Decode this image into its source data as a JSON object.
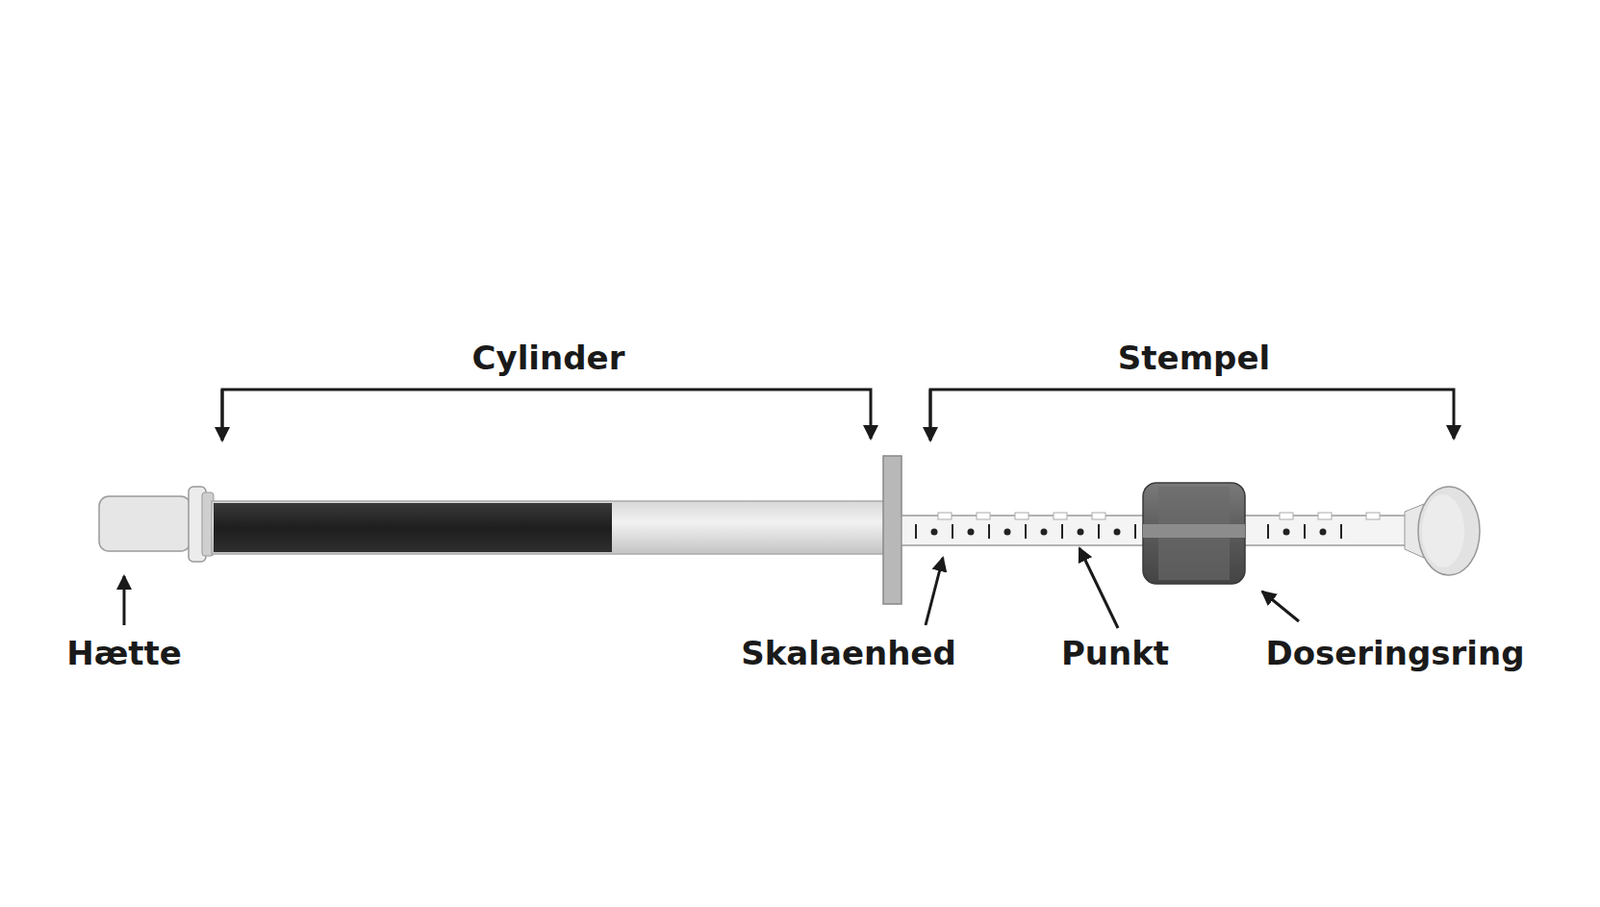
{
  "diagram": {
    "labels": [
      "Cylinder",
      "Stempel",
      "Hætte",
      "Skalaenhed",
      "Punkt",
      "Doseringsring"
    ]
  }
}
